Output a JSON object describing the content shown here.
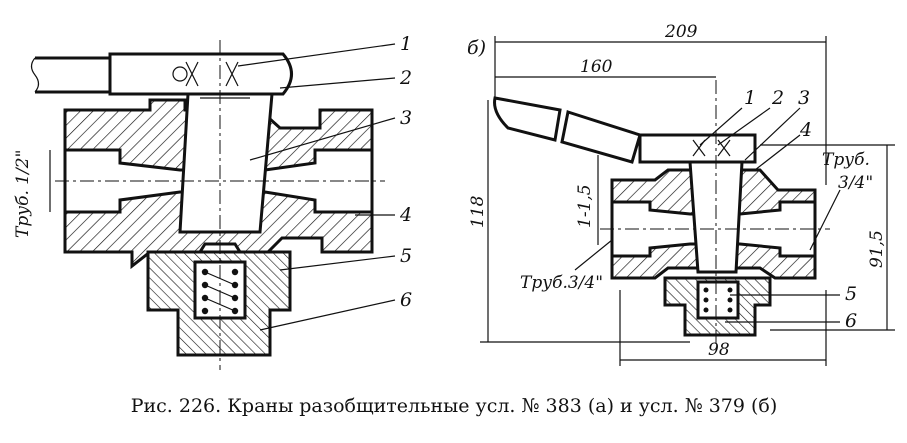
{
  "figure": {
    "caption": "Рис. 226. Краны разобщительные усл. № 383 (а) и усл. № 379 (б)"
  },
  "view_a": {
    "labels": [
      "1",
      "2",
      "3",
      "4",
      "5",
      "6"
    ],
    "pipe_label": "Труб. 1/2\""
  },
  "view_b": {
    "panel_label": "б)",
    "labels": [
      "1",
      "2",
      "3",
      "4",
      "5",
      "6"
    ],
    "dims": {
      "overall_width": "209",
      "handle_length": "160",
      "height": "118",
      "inner_height": "91,5",
      "base_width": "98",
      "thread_gap": "1-1,5"
    },
    "pipe_left": "Труб.3/4\"",
    "pipe_right_line1": "Труб.",
    "pipe_right_line2": "3/4\""
  }
}
